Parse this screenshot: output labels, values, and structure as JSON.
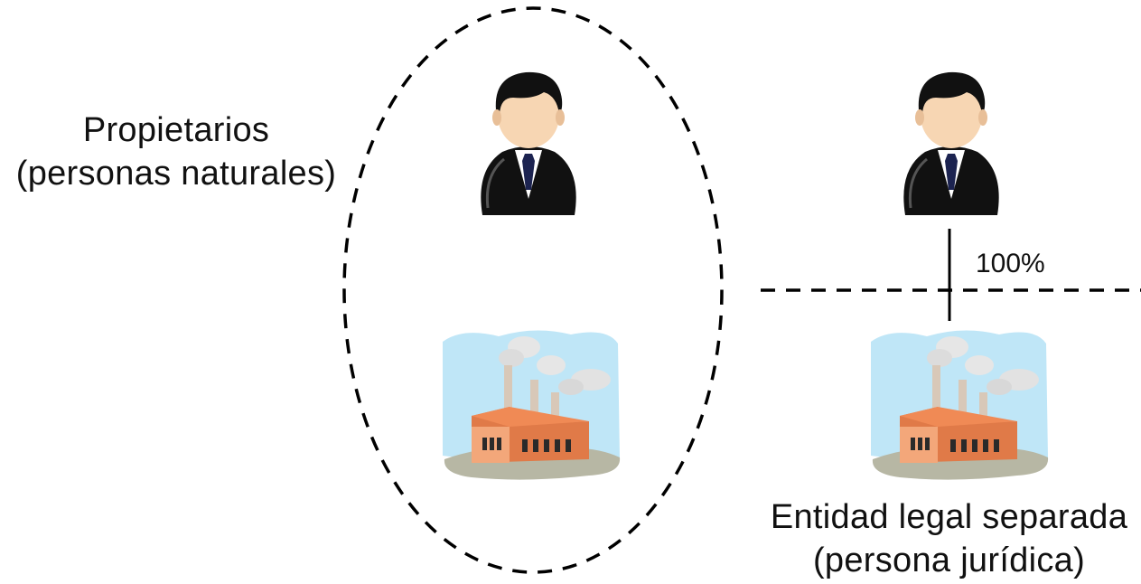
{
  "labels": {
    "owners_line1": "Propietarios",
    "owners_line2": "(personas naturales)",
    "entity_line1": "Entidad legal separada",
    "entity_line2": "(persona jurídica)",
    "ownership_percent": "100%"
  },
  "icons": {
    "person": "businessman-icon",
    "company": "factory-icon"
  },
  "colors": {
    "line": "#000000",
    "sky": "#bfe6f7",
    "factory_wall": "#e07a48",
    "factory_roof": "#f08a55",
    "suit": "#111111",
    "tie": "#1c2350",
    "skin": "#f7d6b3"
  }
}
